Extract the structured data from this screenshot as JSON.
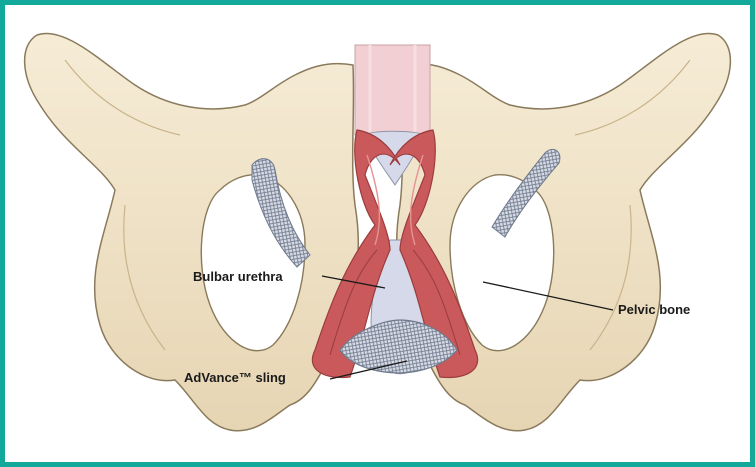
{
  "figure": {
    "labels": {
      "bulbar_urethra": "Bulbar urethra",
      "pelvic_bone": "Pelvic bone",
      "advance_sling": "AdVance™ sling"
    },
    "colors": {
      "frame": "#12a89a",
      "bone": "#efe3c8",
      "bone_shadow": "#d9c7a2",
      "bone_outline": "#8a7a5c",
      "muscle": "#c9595a",
      "muscle_dark": "#9c3c3f",
      "urethra_top": "#f2cfd2",
      "urethra_lumen": "#d5d9ea",
      "mesh": "#7a8596"
    }
  }
}
